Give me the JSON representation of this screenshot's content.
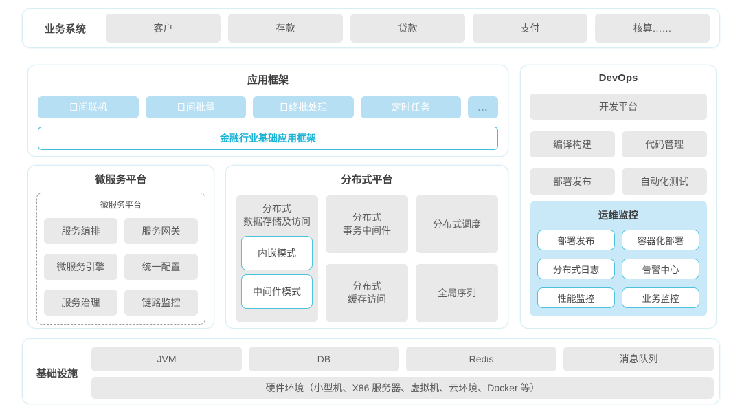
{
  "colors": {
    "section_border": "#d8eef6",
    "gray_box": "#e9e9e9",
    "blue_box": "#b7dff4",
    "teal_accent": "#3bbcd9",
    "teal_text": "#1db3d6",
    "monitor_panel": "#c9e9f8"
  },
  "business": {
    "label": "业务系统",
    "items": [
      "客户",
      "存款",
      "贷款",
      "支付",
      "核算……"
    ]
  },
  "app_framework": {
    "title": "应用框架",
    "modules": [
      "日间联机",
      "日间批量",
      "日终批处理",
      "定时任务"
    ],
    "more": "...",
    "base_framework": "金融行业基础应用框架"
  },
  "devops": {
    "title": "DevOps",
    "dev_platform": "开发平台",
    "tools": [
      "编译构建",
      "代码管理",
      "部署发布",
      "自动化测试"
    ],
    "monitoring": {
      "title": "运维监控",
      "items": [
        "部署发布",
        "容器化部署",
        "分布式日志",
        "告警中心",
        "性能监控",
        "业务监控"
      ]
    }
  },
  "microservice": {
    "title": "微服务平台",
    "inner_title": "微服务平台",
    "items": [
      "服务编排",
      "服务网关",
      "微服务引擎",
      "统一配置",
      "服务治理",
      "链路监控"
    ]
  },
  "distributed": {
    "title": "分布式平台",
    "storage": {
      "label": "分布式\n数据存储及访问",
      "modes": [
        "内嵌模式",
        "中间件模式"
      ]
    },
    "items": [
      "分布式\n事务中间件",
      "分布式调度",
      "分布式\n缓存访问",
      "全局序列"
    ]
  },
  "infrastructure": {
    "label": "基础设施",
    "items": [
      "JVM",
      "DB",
      "Redis",
      "消息队列"
    ],
    "hardware": "硬件环境（小型机、X86 服务器、虚拟机、云环境、Docker 等）"
  }
}
